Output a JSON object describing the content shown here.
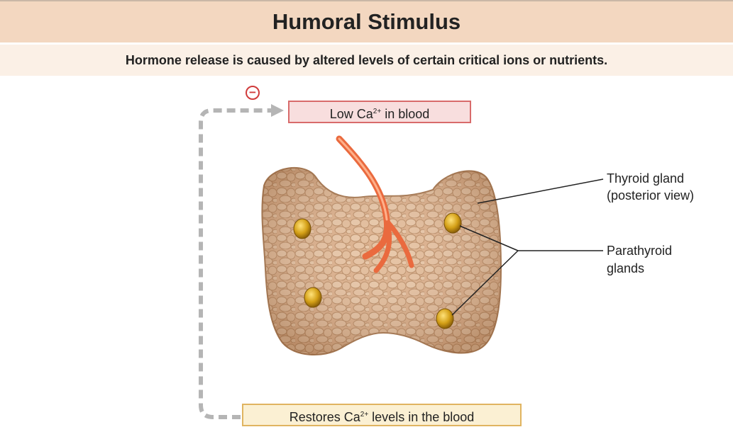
{
  "title": "Humoral Stimulus",
  "subtitle": "Hormone release is caused by altered levels of certain critical ions or nutrients.",
  "minus_symbol": "−",
  "top_box": {
    "prefix": "Low Ca",
    "sup": "2+",
    "suffix": " in blood"
  },
  "bottom_box": {
    "prefix": "Restores Ca",
    "sup": "2+",
    "suffix": " levels in the blood"
  },
  "labels": {
    "thyroid_line1": "Thyroid gland",
    "thyroid_line2": "(posterior view)",
    "parathyroid_line1": "Parathyroid",
    "parathyroid_line2": "glands"
  },
  "colors": {
    "title_band": "#f3d7c0",
    "subtitle_band": "#fbf0e6",
    "stimulus_box_border": "#d86b6b",
    "result_box_border": "#e0b460",
    "feedback_arrow": "#b5b5b5",
    "thyroid_tissue": "#d9ad86",
    "parathyroid": "#d4a017",
    "artery": "#ea6a3e"
  }
}
